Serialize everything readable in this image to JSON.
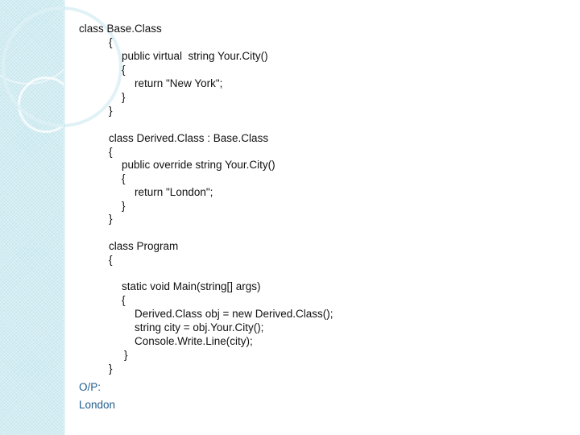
{
  "slide": {
    "code_lines": [
      "class Base.Class",
      "{",
      "public virtual  string Your.City()",
      "{",
      "return \"New York\";",
      "}",
      "}",
      "class Derived.Class : Base.Class",
      "{",
      "public override string Your.City()",
      "{",
      "return \"London\";",
      "}",
      "}",
      "class Program",
      "{",
      "static void Main(string[] args)",
      "{",
      "Derived.Class obj = new Derived.Class();",
      "string city = obj.Your.City();",
      "Console.Write.Line(city);",
      "}",
      "}"
    ],
    "output_label": "O/P:",
    "output_value": "London"
  },
  "colors": {
    "sidebar": "#c6e7ee",
    "text": "#111111",
    "output_text": "#1e5c8c"
  }
}
